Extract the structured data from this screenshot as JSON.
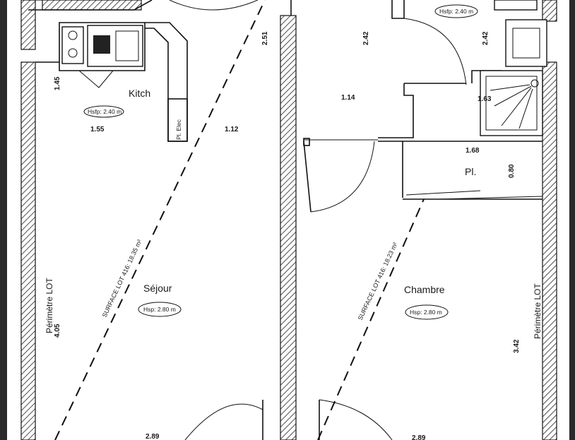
{
  "rooms": {
    "kitchen": {
      "name": "Kitch",
      "height": "Hsfp: 2.40 m"
    },
    "sejour": {
      "name": "Séjour",
      "height": "Hsp: 2.80 m"
    },
    "chambre": {
      "name": "Chambre",
      "height": "Hsp: 2.80 m"
    },
    "bathroom": {
      "height": "Hsfp: 2.40 m"
    },
    "placard": {
      "name": "Pl."
    },
    "elec": {
      "name": "Pl. Elec"
    }
  },
  "surfaces": {
    "left": "SURFACE LOT 416: 18.35 m²",
    "right": "SURFACE LOT 416: 18.23 m²"
  },
  "perimeters": {
    "left": "Périmètre LOT",
    "right": "Périmètre LOT"
  },
  "dimensions": {
    "d_1_45": "1.45",
    "d_1_55": "1.55",
    "d_1_12": "1.12",
    "d_2_51": "2.51",
    "d_2_42_a": "2.42",
    "d_2_42_b": "2.42",
    "d_1_14": "1.14",
    "d_1_63": "1.63",
    "d_1_68": "1.68",
    "d_0_80": "0.80",
    "d_4_05": "4.05",
    "d_3_42": "3.42",
    "d_2_89_a": "2.89",
    "d_2_89_b": "2.89"
  }
}
